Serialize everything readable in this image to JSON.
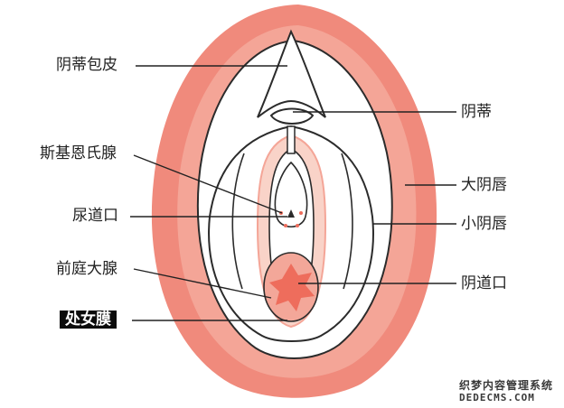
{
  "diagram": {
    "labels_left": [
      {
        "id": "clitoral-hood",
        "text": "阴蒂包皮"
      },
      {
        "id": "skene-gland",
        "text": "斯基恩氏腺"
      },
      {
        "id": "urethral-opening",
        "text": "尿道口"
      },
      {
        "id": "vestibular-gland",
        "text": "前庭大腺"
      },
      {
        "id": "hymen",
        "text": "处女膜"
      }
    ],
    "labels_right": [
      {
        "id": "clitoris",
        "text": "阴蒂"
      },
      {
        "id": "labia-majora",
        "text": "大阴唇"
      },
      {
        "id": "labia-minora",
        "text": "小阴唇"
      },
      {
        "id": "vaginal-opening",
        "text": "阴道口"
      }
    ],
    "colors": {
      "outer": "#f08a7c",
      "outer_light": "#f7b9ad",
      "pink": "#f9d3c8",
      "line": "#2b2b2b",
      "inner_red": "#ee6d5c"
    }
  },
  "watermark": {
    "line1": "织梦内容管理系统",
    "line2": "DEDECMS.COM"
  }
}
